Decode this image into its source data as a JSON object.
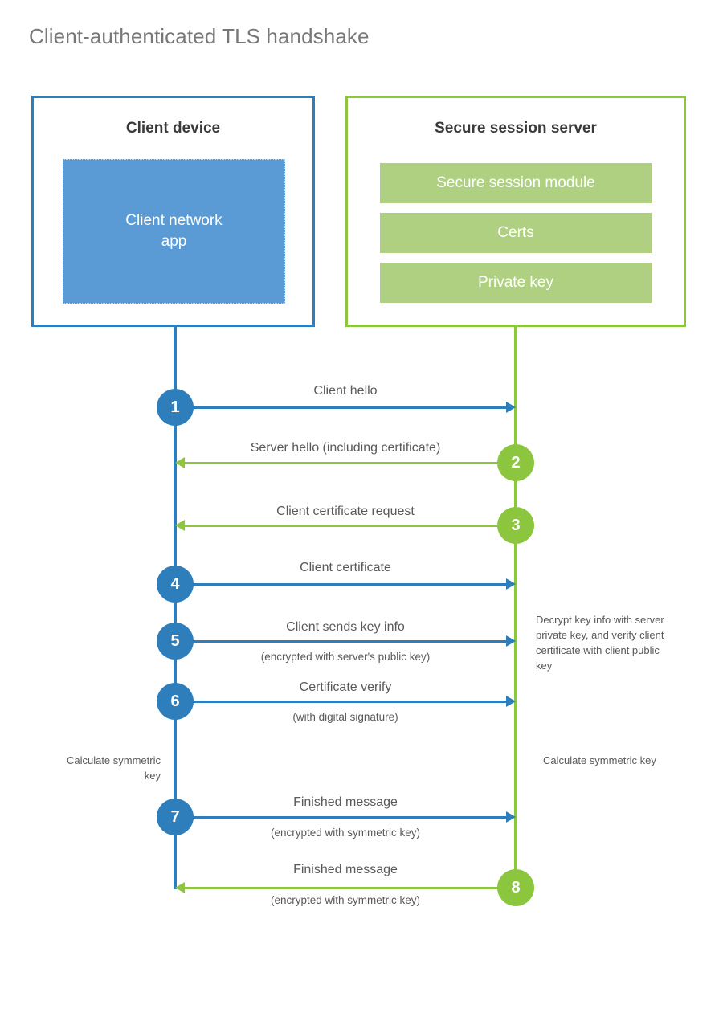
{
  "title": "Client-authenticated TLS handshake",
  "colors": {
    "client_blue": "#2e7ebb",
    "client_app_fill": "#5b9bd5",
    "server_green": "#8cc63e",
    "server_row_fill": "#aed080",
    "title_gray": "#76787a",
    "label_gray": "#58595b"
  },
  "client": {
    "title": "Client device",
    "app_label": "Client network\napp",
    "app_label_line1": "Client network",
    "app_label_line2": "app"
  },
  "server": {
    "title": "Secure session server",
    "rows": [
      {
        "label": "Secure session module"
      },
      {
        "label": "Certs"
      },
      {
        "label": "Private key"
      }
    ]
  },
  "steps": [
    {
      "number": "1",
      "label": "Client hello",
      "sub": "",
      "direction": "right",
      "color": "blue"
    },
    {
      "number": "2",
      "label": "Server hello (including certificate)",
      "sub": "",
      "direction": "left",
      "color": "green"
    },
    {
      "number": "3",
      "label": "Client certificate request",
      "sub": "",
      "direction": "left",
      "color": "green"
    },
    {
      "number": "4",
      "label": "Client certificate",
      "sub": "",
      "direction": "right",
      "color": "blue"
    },
    {
      "number": "5",
      "label": "Client sends key info",
      "sub": "(encrypted with server's public key)",
      "direction": "right",
      "color": "blue"
    },
    {
      "number": "6",
      "label": "Certificate verify",
      "sub": "(with digital signature)",
      "direction": "right",
      "color": "blue"
    },
    {
      "number": "7",
      "label": "Finished message",
      "sub": "(encrypted with symmetric key)",
      "direction": "right",
      "color": "blue"
    },
    {
      "number": "8",
      "label": "Finished message",
      "sub": "(encrypted with symmetric key)",
      "direction": "left",
      "color": "green"
    }
  ],
  "annotations": {
    "server_decrypt": "Decrypt key info with server private key, and verify client certificate with client public key",
    "client_calculate": "Calculate symmetric key",
    "server_calculate": "Calculate symmetric key"
  }
}
